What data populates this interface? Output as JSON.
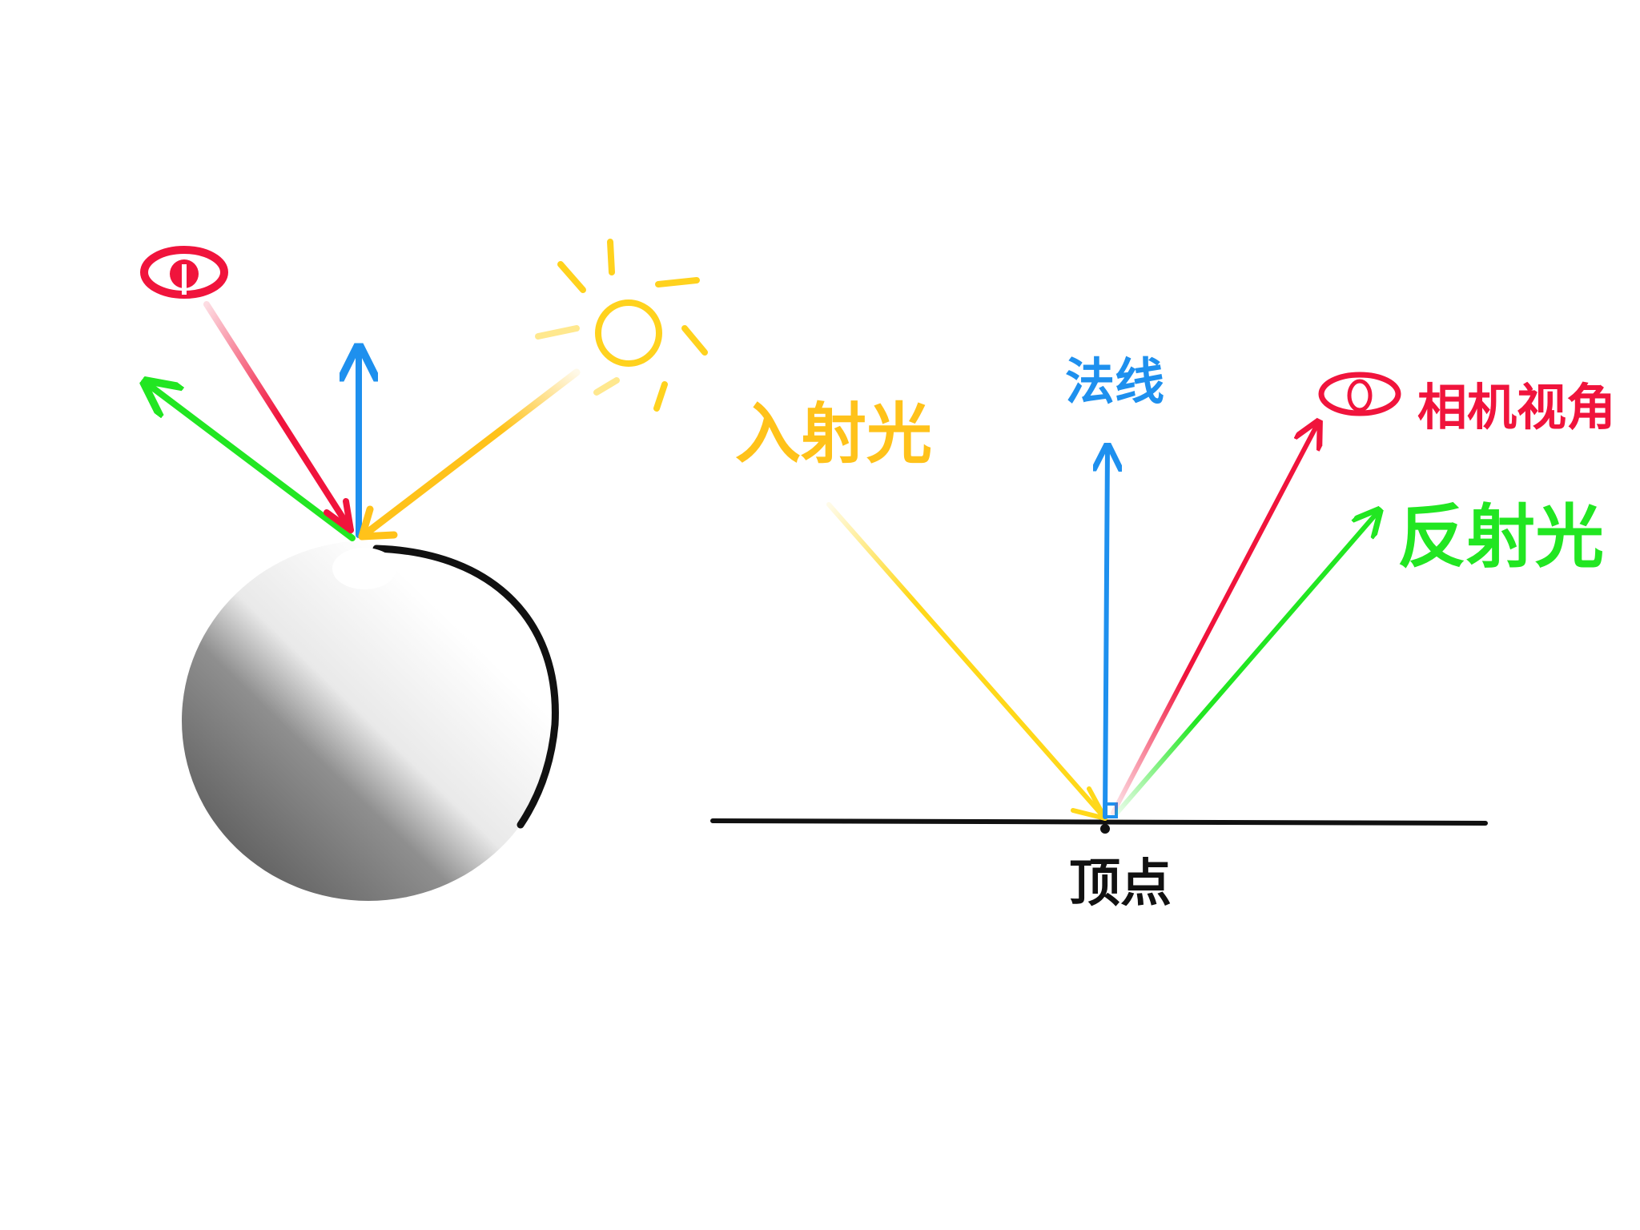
{
  "labels": {
    "incident": "入射光",
    "normal": "法线",
    "camera": "相机视角",
    "reflect": "反射光",
    "vertex": "顶点"
  },
  "colors": {
    "incident": "#ffc21a",
    "normal": "#1e90ee",
    "camera": "#f0143c",
    "reflect": "#22e622",
    "ground": "#111111",
    "sun": "#ffd21e"
  },
  "icons": [
    "eye-icon",
    "sun-icon"
  ]
}
